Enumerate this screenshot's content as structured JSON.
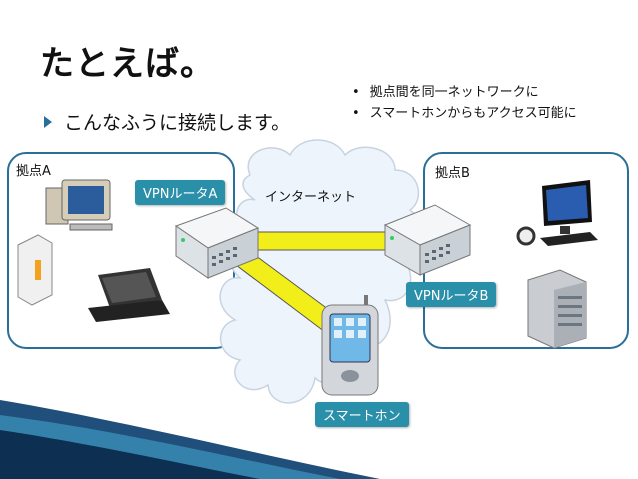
{
  "title": "たとえば。",
  "main_point": "こんなふうに接続します。",
  "notes": [
    "拠点間を同一ネットワークに",
    "スマートホンからもアクセス可能に"
  ],
  "bullet_char": "•",
  "diagram": {
    "site_a_label": "拠点A",
    "site_b_label": "拠点B",
    "internet_label": "インターネット",
    "router_a_label": "VPNルータA",
    "router_b_label": "VPNルータB",
    "smartphone_label": "スマートホン"
  },
  "colors": {
    "accent": "#2a8fa8",
    "tunnel": "#f2ee1a",
    "frame": "#2a6f97"
  }
}
